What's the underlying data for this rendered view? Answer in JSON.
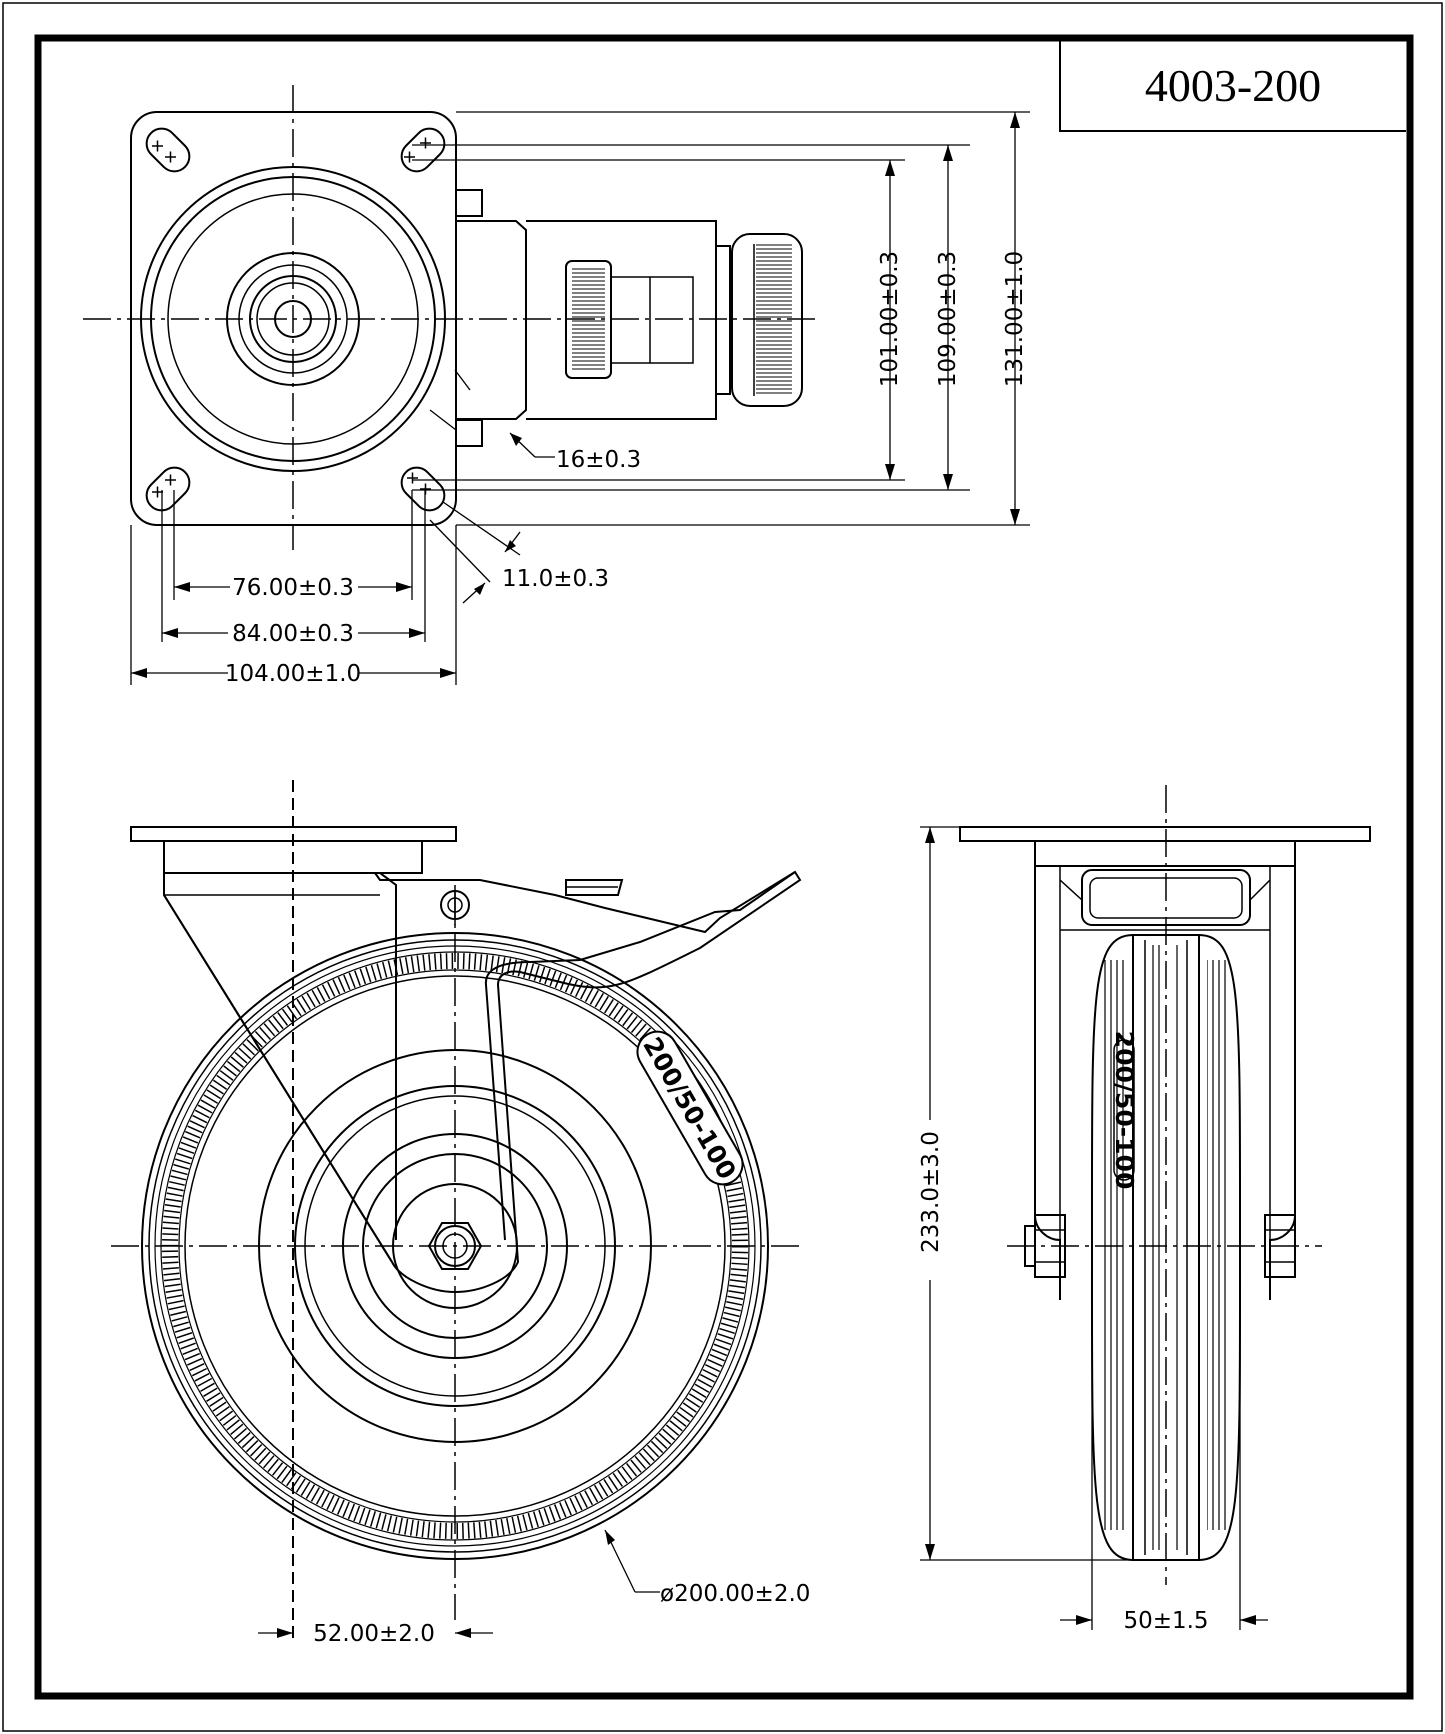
{
  "title_block": {
    "part_number": "4003-200"
  },
  "top_view": {
    "dimensions": {
      "hole_spacing_inner": "76.00±0.3",
      "hole_spacing_outer": "84.00±0.3",
      "plate_width": "104.00±1.0",
      "hole_spacing_vertical_inner": "101.00±0.3",
      "hole_spacing_vertical_outer": "109.00±0.3",
      "plate_length": "131.00±1.0",
      "slot_length": "16±0.3",
      "slot_width": "11.0±0.3"
    }
  },
  "side_view": {
    "tire_marking": "200/50-100",
    "dimensions": {
      "wheel_diameter": "ø200.00±2.0",
      "swivel_offset": "52.00±2.0"
    }
  },
  "front_view": {
    "tire_marking": "200/50-100",
    "dimensions": {
      "total_height": "233.0±3.0",
      "wheel_width": "50±1.5"
    }
  }
}
